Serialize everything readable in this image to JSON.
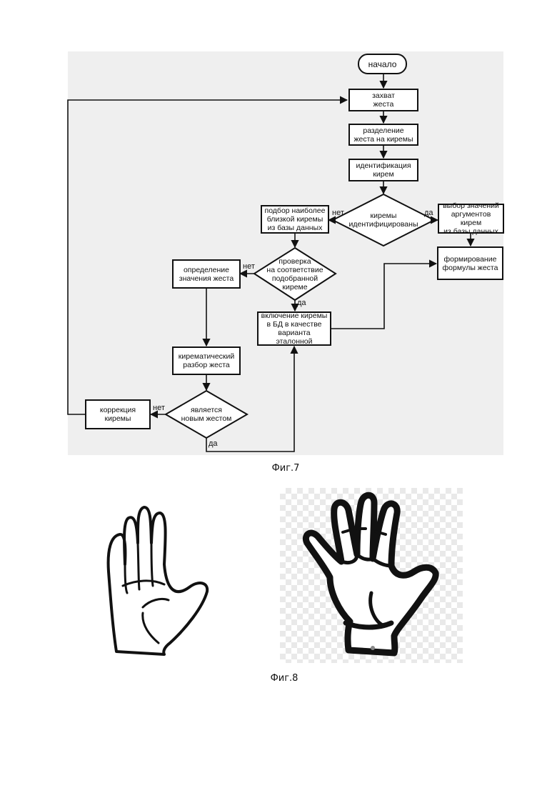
{
  "figure7": {
    "caption": "Фиг.7",
    "nodes": {
      "start": "начало",
      "capture": "захват\nжеста",
      "split": "разделение\nжеста на киремы",
      "identify": "идентификация\nкирем",
      "decision_identified": "киремы\nидентифицированы",
      "select_closest": "подбор наиболее\nблизкой киремы\nиз базы данных",
      "select_values": "выбор значений\nаргументов кирем\nиз базы данных",
      "form_formula": "формирование\nформулы жеста",
      "decision_check": "проверка\nна соответствие\nподобранной\nкиреме",
      "determine_meaning": "определение\nзначения жеста",
      "include_db": "включение киремы\nв БД в качестве\nварианта эталонной",
      "kiremic_parse": "кирематический\nразбор жеста",
      "decision_new": "является\nновым жестом",
      "correct": "коррекция\nкиремы"
    },
    "labels": {
      "no_identified": "нет",
      "yes_identified": "да",
      "no_check": "нет",
      "yes_check": "да",
      "no_new": "нет",
      "yes_new": "да"
    }
  },
  "figure8": {
    "caption": "Фиг.8",
    "images": [
      "hand-sketch-left",
      "hand-outline-right"
    ]
  }
}
